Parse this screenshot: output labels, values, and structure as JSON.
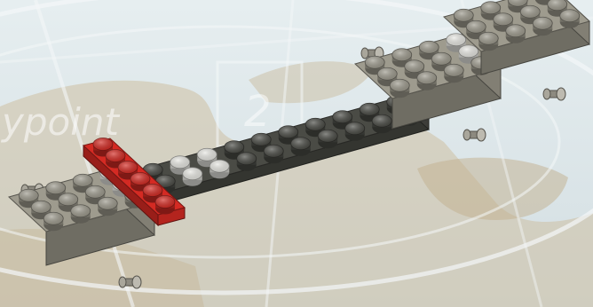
{
  "background": {
    "watermark_text": "ypoint",
    "watermark_numeral": "2",
    "sky_color": "#dbe6ea",
    "land_color": "#c9b99c"
  },
  "model": {
    "subject": "brick chassis",
    "colors": {
      "light_gray": "#9e9b8e",
      "dark_gray": "#4a4b45",
      "red": "#d42a23",
      "white": "#e9e9e4"
    },
    "wheel_axles": 4
  }
}
